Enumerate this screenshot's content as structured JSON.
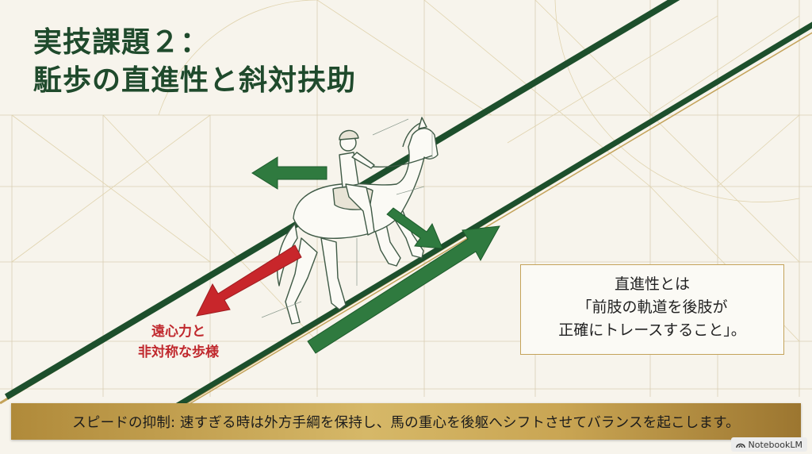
{
  "title": {
    "line1": "実技課題２：",
    "line2": "駈歩の直進性と斜対扶助"
  },
  "caption_red": {
    "line1": "遠心力と",
    "line2": "非対称な歩様"
  },
  "info_box": {
    "line1": "直進性とは",
    "line2": "「前肢の軌道を後肢が",
    "line3": "正確にトレースすること」。"
  },
  "banner": {
    "text": "スピードの抑制: 速すぎる時は外方手綱を保持し、馬の重心を後躯へシフトさせてバランスを起こします。"
  },
  "watermark": {
    "label": "NotebookLM"
  },
  "colors": {
    "background": "#f7f4ec",
    "title_green": "#1f4a2c",
    "track_green": "#1d4f2c",
    "gold": "#c4a35a",
    "arrow_green": "#2f7a3f",
    "arrow_red": "#c8262b",
    "banner_gold": "#c9a553"
  },
  "icons": [
    "arrow-left-icon",
    "arrow-diagonal-down-icon",
    "arrow-up-right-icon",
    "arrow-down-left-red-icon",
    "horse-rider-illustration",
    "notebooklm-logo-icon"
  ]
}
